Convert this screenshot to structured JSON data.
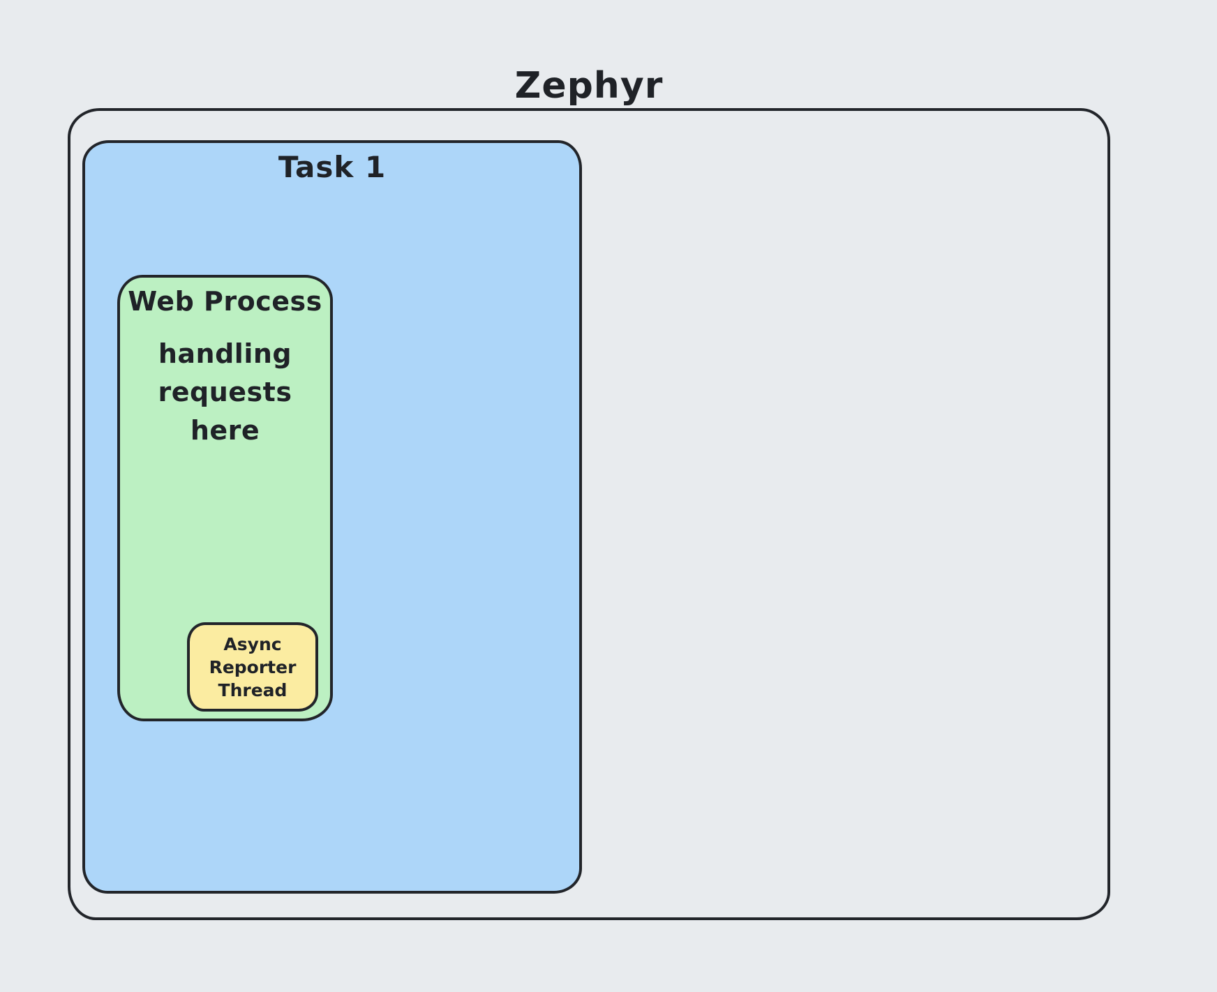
{
  "diagram": {
    "title": "Zephyr",
    "task": {
      "label": "Task 1"
    },
    "web_process": {
      "title": "Web Process",
      "body": "handling requests here"
    },
    "async_thread": {
      "label": "Async Reporter Thread"
    },
    "colors": {
      "canvas_background": "#e8ebee",
      "stroke": "#22252a",
      "text": "#1f2227",
      "task_fill": "#add6f9",
      "web_process_fill": "#bcf0c2",
      "async_thread_fill": "#fbeca1"
    }
  }
}
